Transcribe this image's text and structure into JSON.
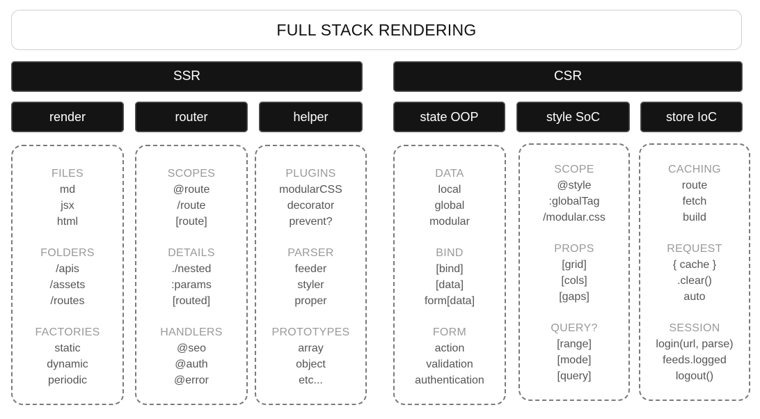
{
  "title": "FULL STACK RENDERING",
  "sections": [
    {
      "label": "SSR",
      "columns": [
        {
          "label": "render",
          "groups": [
            {
              "heading": "FILES",
              "items": [
                "md",
                "jsx",
                "html"
              ]
            },
            {
              "heading": "FOLDERS",
              "items": [
                "/apis",
                "/assets",
                "/routes"
              ]
            },
            {
              "heading": "FACTORIES",
              "items": [
                "static",
                "dynamic",
                "periodic"
              ]
            }
          ]
        },
        {
          "label": "router",
          "groups": [
            {
              "heading": "SCOPES",
              "items": [
                "@route",
                "/route",
                "[route]"
              ]
            },
            {
              "heading": "DETAILS",
              "items": [
                "./nested",
                ":params",
                "[routed]"
              ]
            },
            {
              "heading": "HANDLERS",
              "items": [
                "@seo",
                "@auth",
                "@error"
              ]
            }
          ]
        },
        {
          "label": "helper",
          "groups": [
            {
              "heading": "PLUGINS",
              "items": [
                "modularCSS",
                "decorator",
                "prevent?"
              ]
            },
            {
              "heading": "PARSER",
              "items": [
                "feeder",
                "styler",
                "proper"
              ]
            },
            {
              "heading": "PROTOTYPES",
              "items": [
                "array",
                "object",
                "etc..."
              ]
            }
          ]
        }
      ]
    },
    {
      "label": "CSR",
      "columns": [
        {
          "label": "state OOP",
          "groups": [
            {
              "heading": "DATA",
              "items": [
                "local",
                "global",
                "modular"
              ]
            },
            {
              "heading": "BIND",
              "items": [
                "[bind]",
                "[data]",
                "form[data]"
              ]
            },
            {
              "heading": "FORM",
              "items": [
                "action",
                "validation",
                "authentication"
              ]
            }
          ]
        },
        {
          "label": "style SoC",
          "groups": [
            {
              "heading": "SCOPE",
              "items": [
                "@style",
                ":globalTag",
                "/modular.css"
              ]
            },
            {
              "heading": "PROPS",
              "items": [
                "[grid]",
                "[cols]",
                "[gaps]"
              ]
            },
            {
              "heading": "QUERY?",
              "items": [
                "[range]",
                "[mode]",
                "[query]"
              ]
            }
          ]
        },
        {
          "label": "store IoC",
          "groups": [
            {
              "heading": "CACHING",
              "items": [
                "route",
                "fetch",
                "build"
              ]
            },
            {
              "heading": "REQUEST",
              "items": [
                "{ cache }",
                ".clear()",
                "auto"
              ]
            },
            {
              "heading": "SESSION",
              "items": [
                "login(url, parse)",
                "feeds.logged",
                "logout()"
              ]
            }
          ]
        }
      ]
    }
  ]
}
